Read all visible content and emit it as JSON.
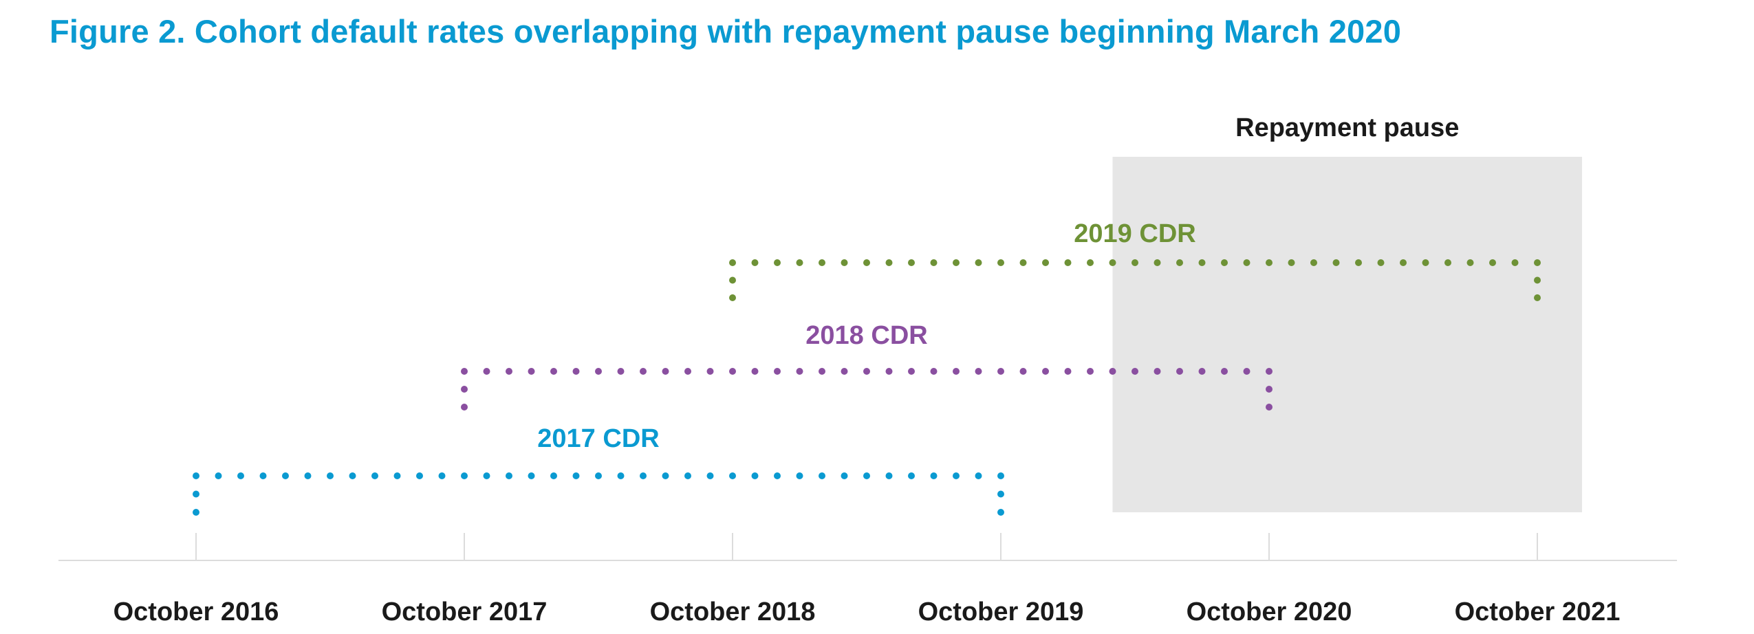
{
  "figure": {
    "title": "Figure 2. Cohort default rates overlapping with repayment pause beginning March 2020"
  },
  "chart_data": {
    "type": "timeline",
    "x_axis": {
      "ticks": [
        "October 2016",
        "October 2017",
        "October 2018",
        "October 2019",
        "October 2020",
        "October 2021"
      ],
      "range": [
        "2016-10",
        "2021-10"
      ],
      "grid": false
    },
    "shaded_region": {
      "label": "Repayment pause",
      "start": "2020-03",
      "end": "2021-12",
      "color": "#e6e6e6"
    },
    "series": [
      {
        "name": "2017 CDR",
        "start": "2016-10",
        "end": "2019-10",
        "color": "#0a9ad1"
      },
      {
        "name": "2018 CDR",
        "start": "2017-10",
        "end": "2020-10",
        "color": "#8a4fa0"
      },
      {
        "name": "2019 CDR",
        "start": "2018-10",
        "end": "2021-10",
        "color": "#6e9236"
      }
    ]
  }
}
